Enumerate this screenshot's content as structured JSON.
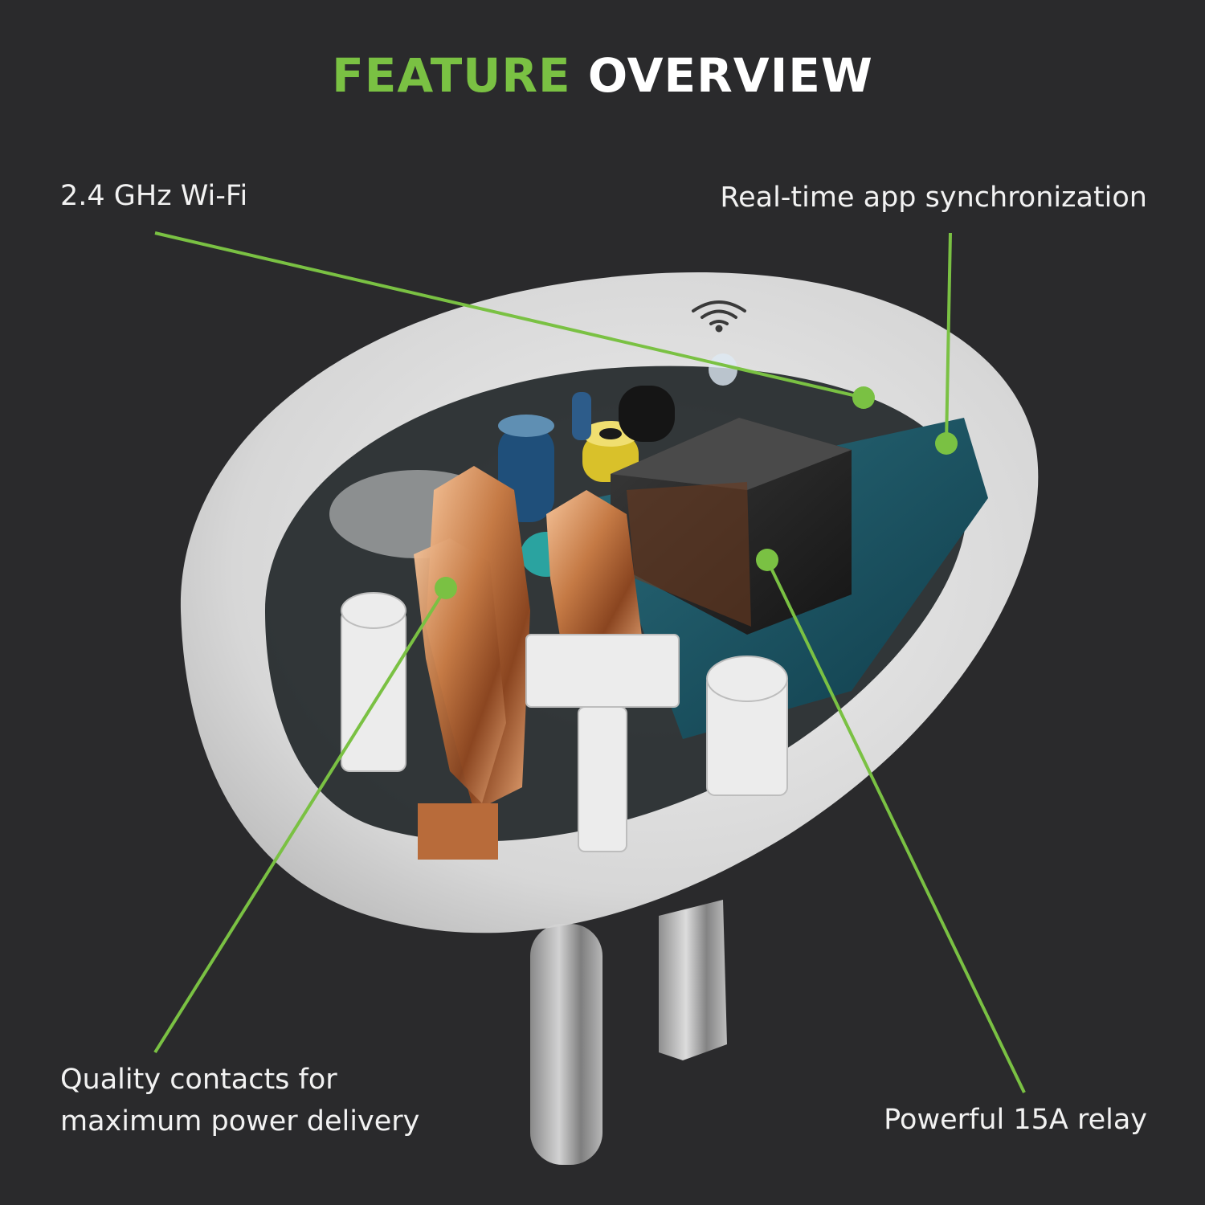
{
  "header": {
    "title_part1": "FEATURE",
    "title_part2": "OVERVIEW"
  },
  "callouts": {
    "wifi": "2.4 GHz Wi-Fi",
    "sync": "Real-time app synchronization",
    "contacts_line1": "Quality contacts for",
    "contacts_line2": "maximum power delivery",
    "relay": "Powerful 15A relay"
  },
  "colors": {
    "background": "#2a2a2c",
    "accent": "#7ac143",
    "text": "#f2f2f2"
  },
  "product": {
    "icon": "wifi-icon",
    "description_image": "smart-plug-cutaway"
  }
}
